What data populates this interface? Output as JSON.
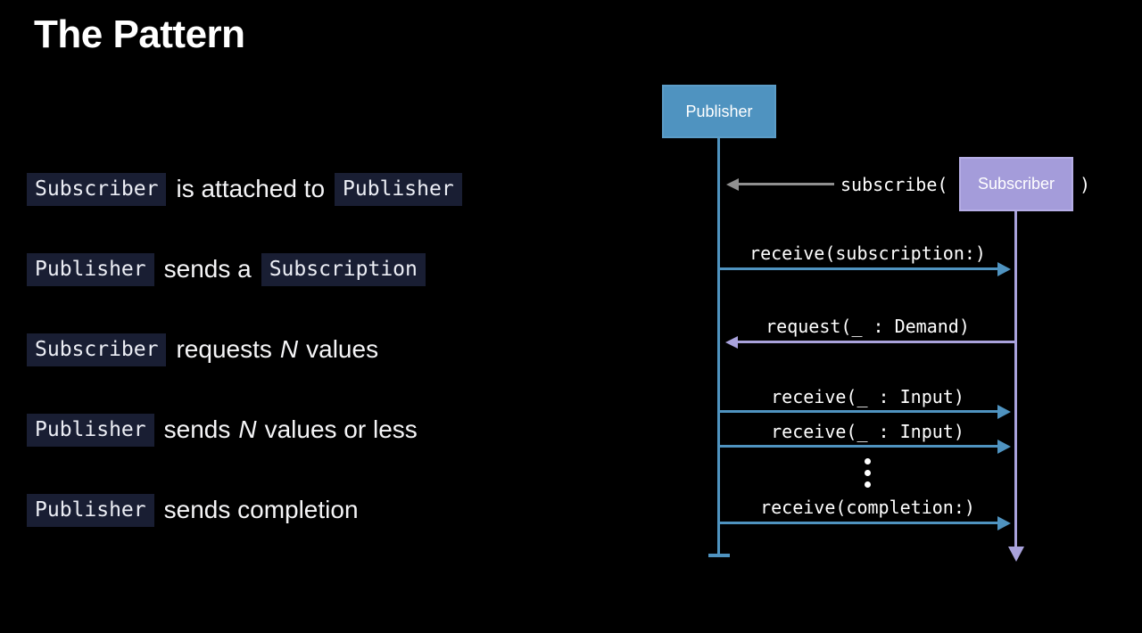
{
  "title": "The Pattern",
  "colors": {
    "background": "#000000",
    "publisher_blue": "#4f93c0",
    "subscriber_purple": "#a49cda",
    "lifeline_purple": "#a9a2dc",
    "arrow_gray": "#8f8f8f",
    "code_chip_bg": "#191e33",
    "text_white": "#f5f5f7"
  },
  "bullets": [
    {
      "code1": "Subscriber",
      "text1": "is attached to",
      "code2": "Publisher"
    },
    {
      "code1": "Publisher",
      "text1": "sends a",
      "code2": "Subscription"
    },
    {
      "code1": "Subscriber",
      "text1": "requests",
      "italic": "N",
      "text2": "values"
    },
    {
      "code1": "Publisher",
      "text1": "sends",
      "italic": "N",
      "text2": "values or less"
    },
    {
      "code1": "Publisher",
      "text1": "sends completion"
    }
  ],
  "diagram": {
    "publisher_label": "Publisher",
    "subscriber_label": "Subscriber",
    "subscribe_prefix": "subscribe(",
    "subscribe_suffix": ")",
    "messages": {
      "receive_subscription": "receive(subscription:)",
      "request_demand": "request(_ : Demand)",
      "receive_input_1": "receive(_ : Input)",
      "receive_input_2": "receive(_ : Input)",
      "receive_completion": "receive(completion:)"
    }
  }
}
